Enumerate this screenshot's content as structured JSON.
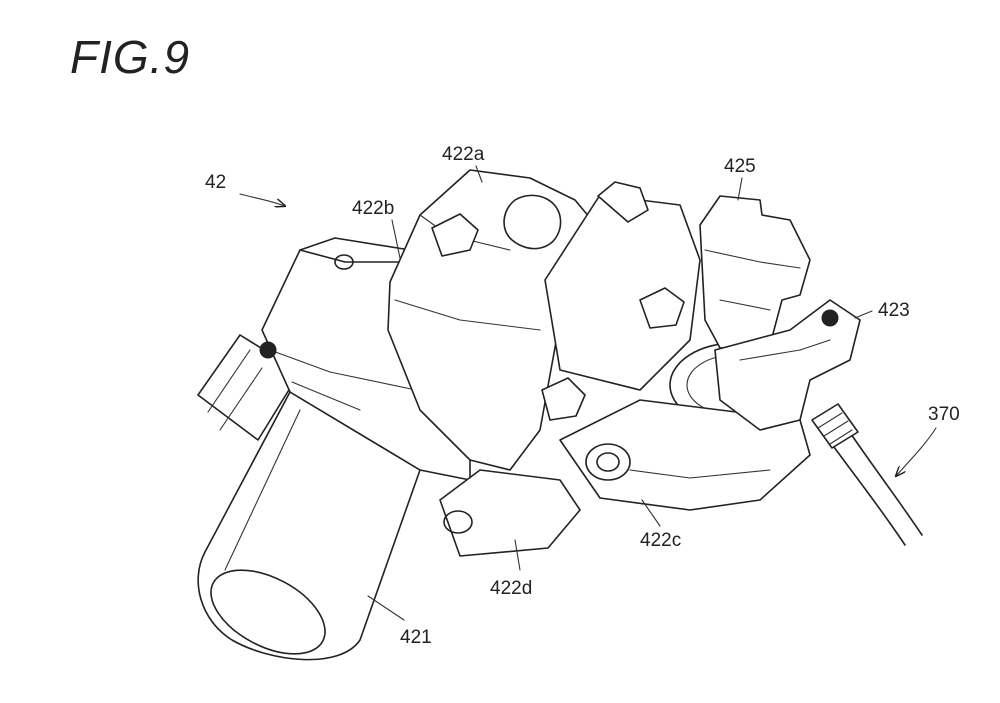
{
  "figure": {
    "title": "FIG.9"
  },
  "labels": {
    "assembly": "42",
    "cover_top": "422a",
    "housing_left": "422b",
    "bracket_front": "422c",
    "bracket_lower": "422d",
    "connector": "425",
    "valve": "423",
    "pipe": "370",
    "motor": "421"
  }
}
